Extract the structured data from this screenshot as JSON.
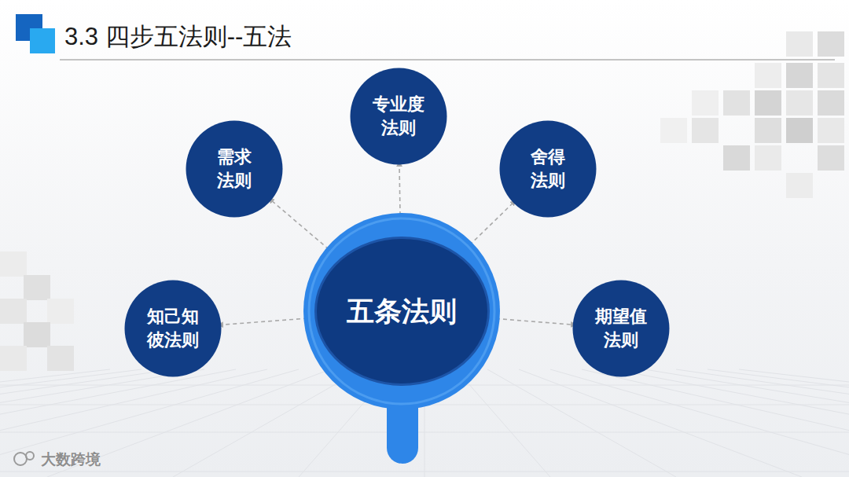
{
  "diagram": {
    "title": "3.3 四步五法则--五法",
    "nodes": [
      {
        "text": [
          "专业度 法则"
        ]
      },
      {
        "text": [
          "需求 法则"
        ]
      },
      {
        "text": [
          "舍得 法则"
        ]
      },
      {
        "text": [
          "五条法则"
        ]
      },
      {
        "text": [
          "知己知 彼法则"
        ]
      },
      {
        "text": [
          "期望值 法则"
        ]
      }
    ],
    "edges": [
      {
        "from": 3,
        "to": 0,
        "arrow": "to"
      },
      {
        "from": 3,
        "to": 1,
        "arrow": "to"
      },
      {
        "from": 3,
        "to": 2,
        "arrow": "to"
      },
      {
        "from": 3,
        "to": 4,
        "arrow": "to"
      },
      {
        "from": 3,
        "to": 5,
        "arrow": "to"
      }
    ],
    "labels": [
      "大数跨境"
    ]
  }
}
